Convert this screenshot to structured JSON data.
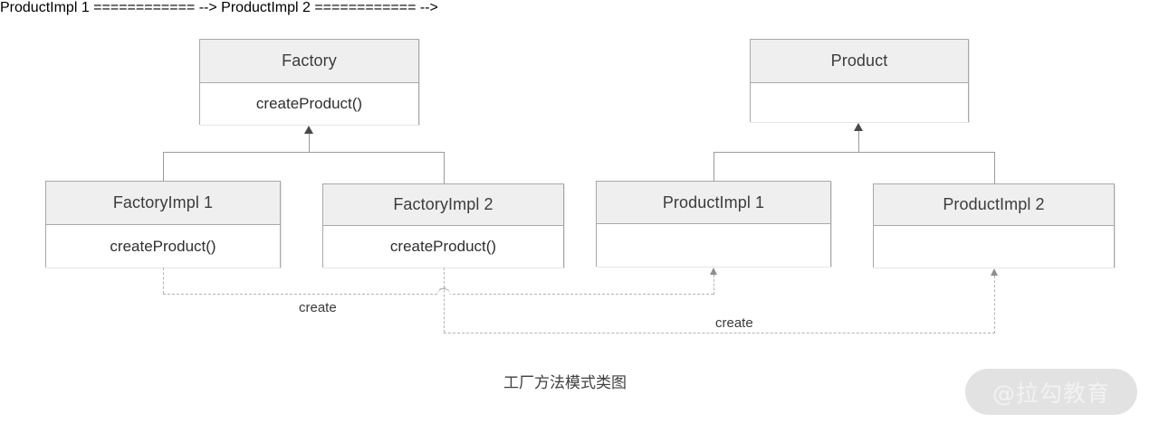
{
  "diagram": {
    "type": "uml-class-diagram",
    "caption": "工厂方法模式类图",
    "classes": [
      {
        "id": "factory",
        "name": "Factory",
        "members": [
          "createProduct()"
        ]
      },
      {
        "id": "factory_impl_1",
        "name": "FactoryImpl 1",
        "members": [
          "createProduct()"
        ]
      },
      {
        "id": "factory_impl_2",
        "name": "FactoryImpl 2",
        "members": [
          "createProduct()"
        ]
      },
      {
        "id": "product",
        "name": "Product",
        "members": [
          ""
        ]
      },
      {
        "id": "product_impl_1",
        "name": "ProductImpl 1",
        "members": [
          ""
        ]
      },
      {
        "id": "product_impl_2",
        "name": "ProductImpl 2",
        "members": [
          ""
        ]
      }
    ],
    "relations": [
      {
        "kind": "generalization",
        "from": "FactoryImpl 1",
        "to": "Factory",
        "label": ""
      },
      {
        "kind": "generalization",
        "from": "FactoryImpl 2",
        "to": "Factory",
        "label": ""
      },
      {
        "kind": "generalization",
        "from": "ProductImpl 1",
        "to": "Product",
        "label": ""
      },
      {
        "kind": "generalization",
        "from": "ProductImpl 2",
        "to": "Product",
        "label": ""
      },
      {
        "kind": "dependency",
        "from": "FactoryImpl 1",
        "to": "ProductImpl 1",
        "label": "create"
      },
      {
        "kind": "dependency",
        "from": "FactoryImpl 2",
        "to": "ProductImpl 2",
        "label": "create"
      }
    ],
    "colors": {
      "header_fill": "#efefef",
      "body_fill": "#ffffff",
      "border": "#a8a8a8",
      "connector": "#9a9a9a",
      "dependency": "#b4b4b4",
      "text": "#3c3c3c",
      "background": "#ffffff"
    }
  },
  "watermark": {
    "text": "@拉勾教育"
  }
}
